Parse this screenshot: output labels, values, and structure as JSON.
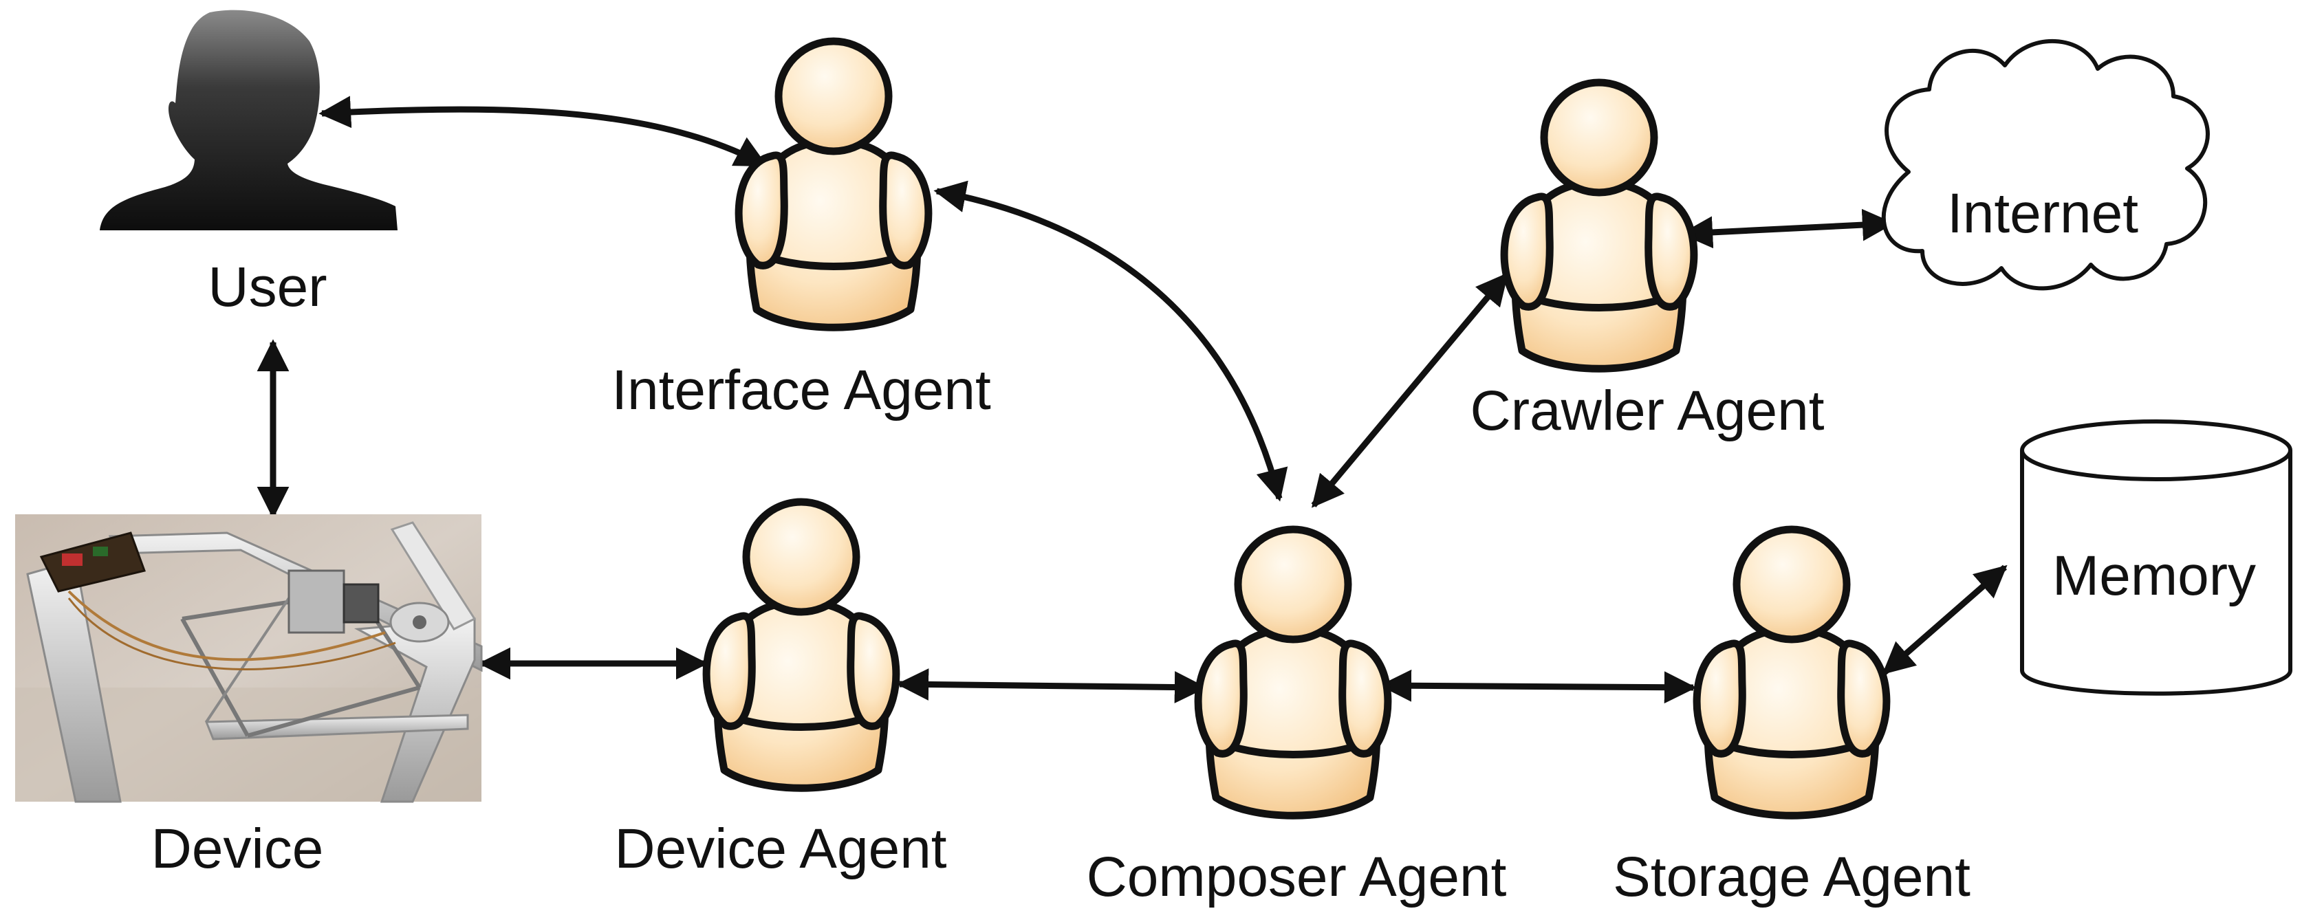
{
  "nodes": {
    "user": {
      "label": "User",
      "icon": "user-silhouette-icon"
    },
    "device": {
      "label": "Device",
      "icon": "device-photo"
    },
    "interface_agent": {
      "label": "Interface Agent",
      "icon": "agent-icon"
    },
    "device_agent": {
      "label": "Device Agent",
      "icon": "agent-icon"
    },
    "composer_agent": {
      "label": "Composer Agent",
      "icon": "agent-icon"
    },
    "crawler_agent": {
      "label": "Crawler Agent",
      "icon": "agent-icon"
    },
    "storage_agent": {
      "label": "Storage Agent",
      "icon": "agent-icon"
    },
    "internet": {
      "label": "Internet",
      "icon": "cloud-icon"
    },
    "memory": {
      "label": "Memory",
      "icon": "database-cylinder-icon"
    }
  },
  "edges": [
    {
      "from": "User",
      "to": "Interface Agent",
      "direction": "bidirectional"
    },
    {
      "from": "User",
      "to": "Device",
      "direction": "bidirectional"
    },
    {
      "from": "Interface Agent",
      "to": "Composer Agent",
      "direction": "bidirectional"
    },
    {
      "from": "Device",
      "to": "Device Agent",
      "direction": "bidirectional"
    },
    {
      "from": "Device Agent",
      "to": "Composer Agent",
      "direction": "bidirectional"
    },
    {
      "from": "Composer Agent",
      "to": "Crawler Agent",
      "direction": "bidirectional"
    },
    {
      "from": "Composer Agent",
      "to": "Storage Agent",
      "direction": "bidirectional"
    },
    {
      "from": "Crawler Agent",
      "to": "Internet",
      "direction": "bidirectional"
    },
    {
      "from": "Storage Agent",
      "to": "Memory",
      "direction": "bidirectional"
    }
  ],
  "colors": {
    "agent_top": "#fff6e6",
    "agent_bottom": "#f5c98a",
    "line": "#111111",
    "silhouette_top": "#7a7a7a",
    "silhouette_bottom": "#111111"
  }
}
